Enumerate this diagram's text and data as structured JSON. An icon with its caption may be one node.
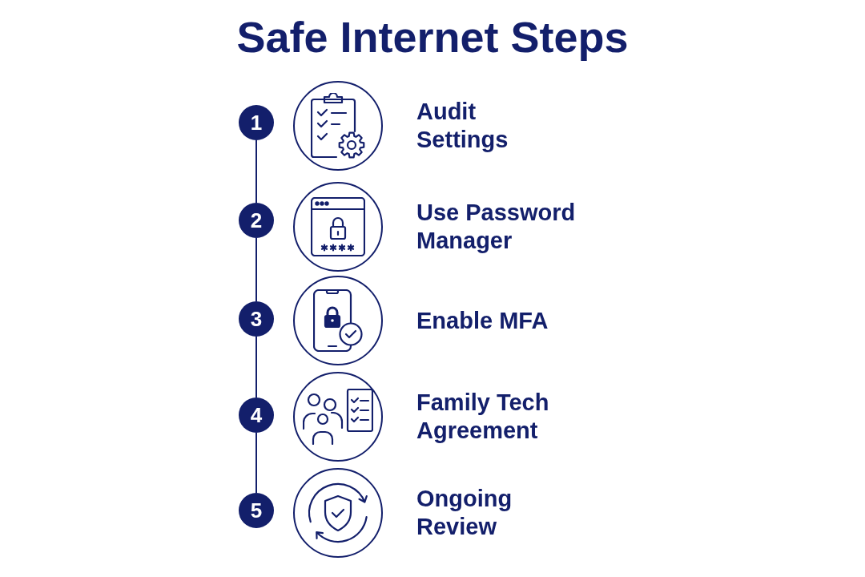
{
  "diagram": {
    "title": "Safe Internet Steps",
    "nodes": [
      {
        "text": [
          "1"
        ]
      },
      {
        "text": [],
        "shape": "picture",
        "beside": [
          "Audit Settings"
        ]
      },
      {
        "text": [
          "2"
        ]
      },
      {
        "text": [],
        "shape": "picture",
        "beside": [
          "Use Password Manager"
        ]
      },
      {
        "text": [
          "3"
        ]
      },
      {
        "text": [],
        "shape": "picture",
        "beside": [
          "Enable MFA"
        ]
      },
      {
        "text": [
          "4"
        ]
      },
      {
        "text": [],
        "shape": "picture",
        "beside": [
          "Family Tech Agreement"
        ]
      },
      {
        "text": [
          "5"
        ]
      },
      {
        "text": [],
        "shape": "picture",
        "beside": [
          "Ongoing Review"
        ]
      }
    ],
    "edges": [
      {
        "from": 0,
        "to": 2,
        "arrow": "none"
      },
      {
        "from": 2,
        "to": 4,
        "arrow": "none"
      },
      {
        "from": 4,
        "to": 6,
        "arrow": "none"
      },
      {
        "from": 6,
        "to": 8,
        "arrow": "none"
      }
    ]
  }
}
